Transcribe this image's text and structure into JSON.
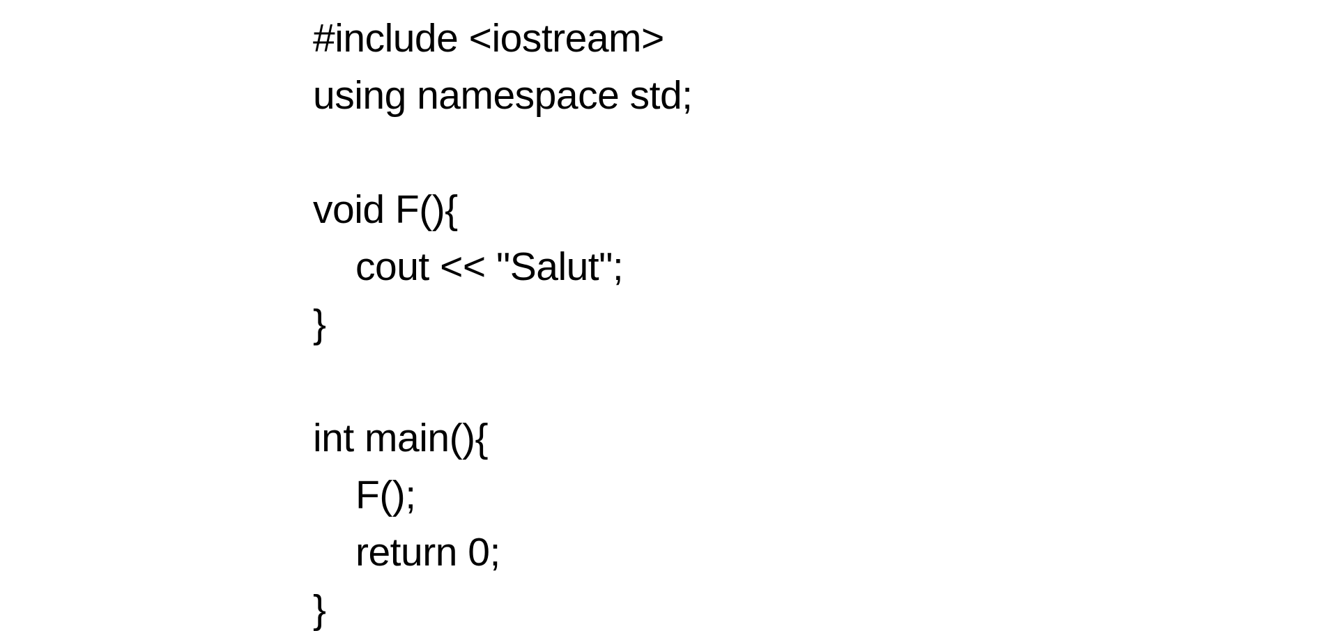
{
  "code": {
    "lines": [
      "#include <iostream>",
      "using namespace std;",
      "",
      "void F(){",
      "cout << \"Salut\";",
      "}",
      "",
      "int main(){",
      "F();",
      "return 0;",
      "}"
    ]
  },
  "colors": {
    "background": "#ffffff",
    "text": "#000000"
  }
}
